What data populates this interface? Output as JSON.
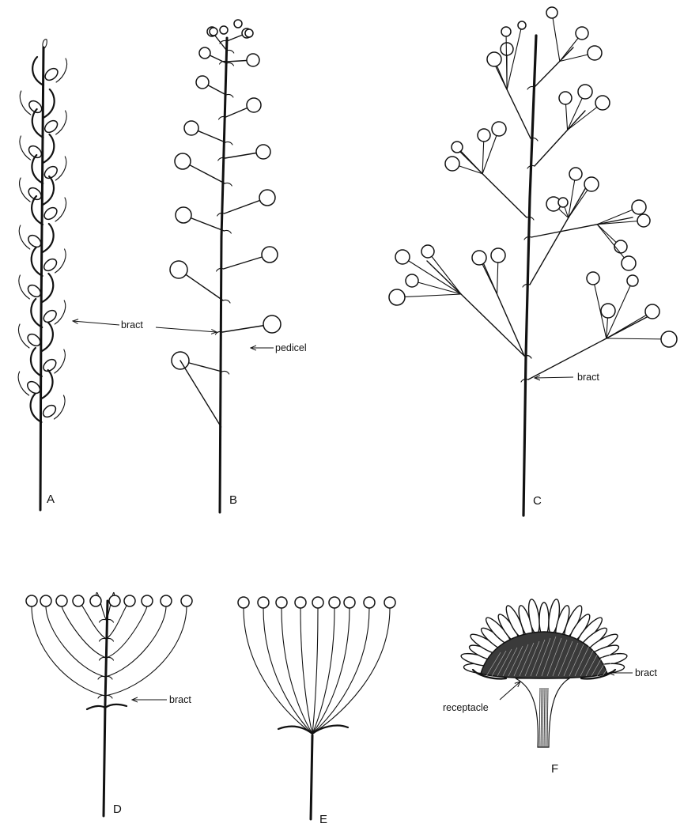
{
  "panels": [
    {
      "id": "A",
      "letter": "A"
    },
    {
      "id": "B",
      "letter": "B"
    },
    {
      "id": "C",
      "letter": "C"
    },
    {
      "id": "D",
      "letter": "D"
    },
    {
      "id": "E",
      "letter": "E"
    },
    {
      "id": "F",
      "letter": "F"
    }
  ],
  "labels": {
    "bract_ab": "bract",
    "pedicel_b": "pedicel",
    "bract_c": "bract",
    "bract_d": "bract",
    "bract_f": "bract",
    "receptacle_f": "receptacle"
  }
}
